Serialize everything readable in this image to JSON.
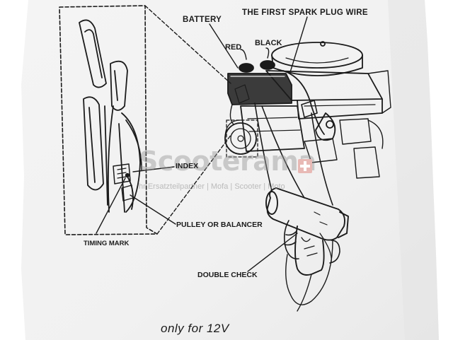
{
  "labels": {
    "battery": "BATTERY",
    "spark_plug_wire": "THE FIRST SPARK PLUG WIRE",
    "red": "RED",
    "black": "BLACK",
    "index": "INDEX",
    "pulley": "PULLEY OR BALANCER",
    "timing_mark": "TIMING MARK",
    "double_check": "DOUBLE CHECK",
    "voltage_note": "only for 12V"
  },
  "watermark": {
    "brand": "Scooterama",
    "tagline": "hr Ersatzteilpartner | Mofa | Scooter | Moto",
    "cross_color": "#e8b9b5"
  },
  "colors": {
    "ink": "#1b1b1b",
    "paper": "#ffffff"
  }
}
